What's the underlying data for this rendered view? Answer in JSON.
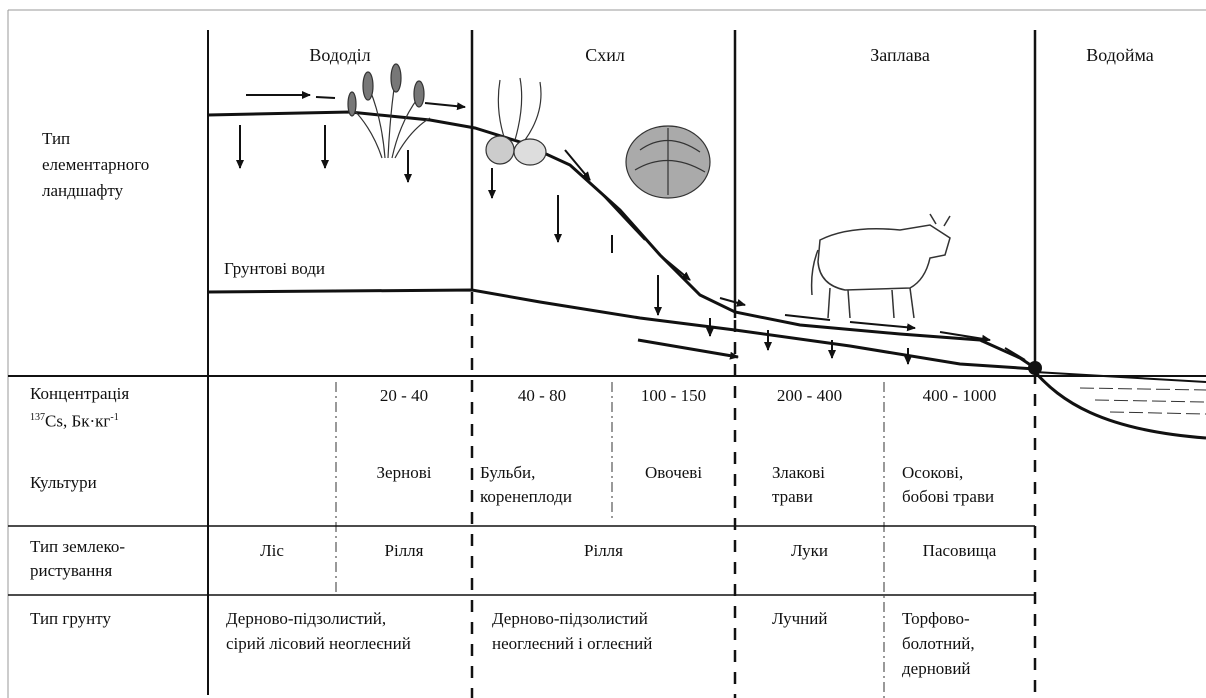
{
  "zones": [
    "Вододіл",
    "Схил",
    "Заплава",
    "Водойма"
  ],
  "row_labels": {
    "landscape": [
      "Тип",
      "елементарного",
      "ландшафту"
    ],
    "groundwater": "Грунтові води",
    "concentration_line1": "Концентрація",
    "concentration_sup": "137",
    "concentration_line2_a": "Cs, Бк",
    "concentration_dot": "·",
    "concentration_line2_b": "кг",
    "concentration_exp": "-1",
    "crops": "Культури",
    "land_use": [
      "Тип землеко-",
      "ристування"
    ],
    "soil": "Тип грунту"
  },
  "concentration": [
    "20 - 40",
    "40 - 80",
    "100 - 150",
    "200 - 400",
    "400 - 1000"
  ],
  "crops": [
    [
      "Зернові"
    ],
    [
      "Бульби,",
      "коренеплоди"
    ],
    [
      "Овочеві"
    ],
    [
      "Злакові",
      "трави"
    ],
    [
      "Осокові,",
      "бобові трави"
    ]
  ],
  "land_use": [
    "Ліс",
    "Рілля",
    "Рілля",
    "Луки",
    "Пасовища"
  ],
  "soil": [
    [
      "Дерново-підзолистий,",
      "сірий лісовий неоглеєний"
    ],
    [
      "Дерново-підзолистий",
      "неоглеєний і оглеєний"
    ],
    [
      "Лучний"
    ],
    [
      "Торфово-",
      "болотний,",
      "дерновий"
    ]
  ]
}
